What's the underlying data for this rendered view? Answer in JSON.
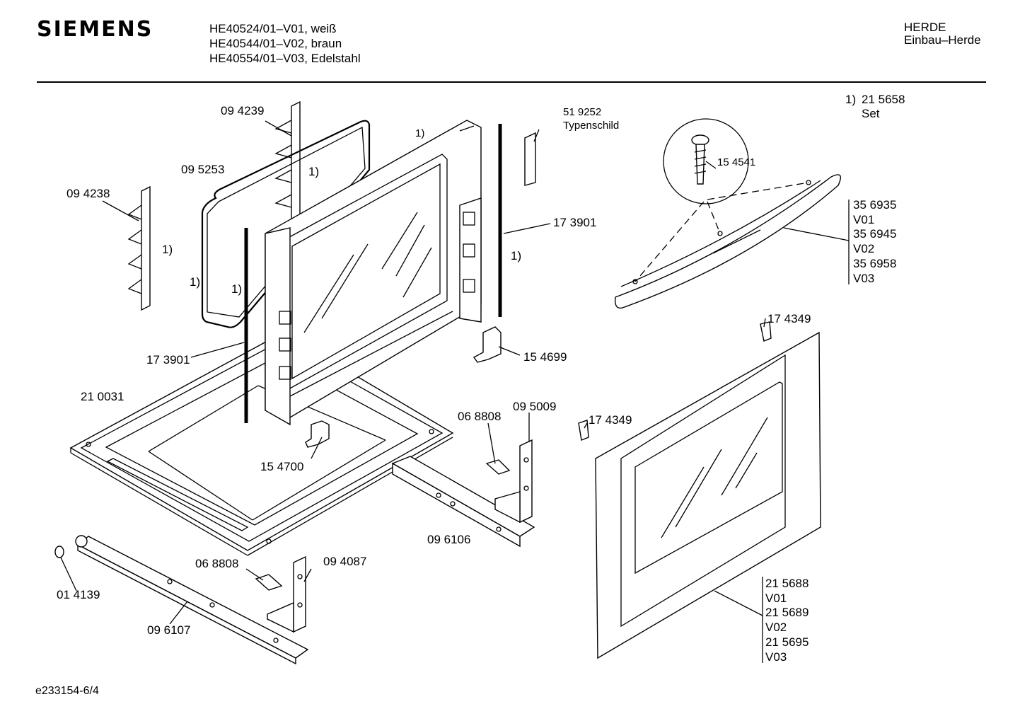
{
  "header": {
    "brand": "SIEMENS",
    "models": [
      "HE40524/01–V01, weiß",
      "HE40544/01–V02, braun",
      "HE40554/01–V03, Edelstahl"
    ],
    "category_line1": "HERDE",
    "category_line2": "Einbau–Herde"
  },
  "footer": {
    "doc_id": "e233154-6/4"
  },
  "set_note": {
    "marker": "1)",
    "number": "21 5658",
    "label": "Set"
  },
  "parts": {
    "p094239": "09 4239",
    "p095253": "09 5253",
    "p094238": "09 4238",
    "p173901_right": "17 3901",
    "p173901_left": "17 3901",
    "p519252": "51 9252",
    "p519252_label": "Typenschild",
    "p154541": "15 4541",
    "p154699": "15 4699",
    "p210031": "21 0031",
    "p154700": "15 4700",
    "p068808_top": "06 8808",
    "p095009": "09 5009",
    "p174349_top": "17 4349",
    "p174349_mid": "17 4349",
    "p096106": "09 6106",
    "p068808_bot": "06 8808",
    "p094087": "09 4087",
    "p014139": "01 4139",
    "p096107": "09 6107"
  },
  "set_markers": {
    "m1": "1)",
    "m2": "1)",
    "m3": "1)",
    "m4": "1)",
    "m5": "1)",
    "m6": "1)"
  },
  "handle_variants": [
    "35 6935",
    "V01",
    "35 6945",
    "V02",
    "35 6958",
    "V03"
  ],
  "door_variants": [
    "21 5688",
    "V01",
    "21 5689",
    "V02",
    "21 5695",
    "V03"
  ]
}
